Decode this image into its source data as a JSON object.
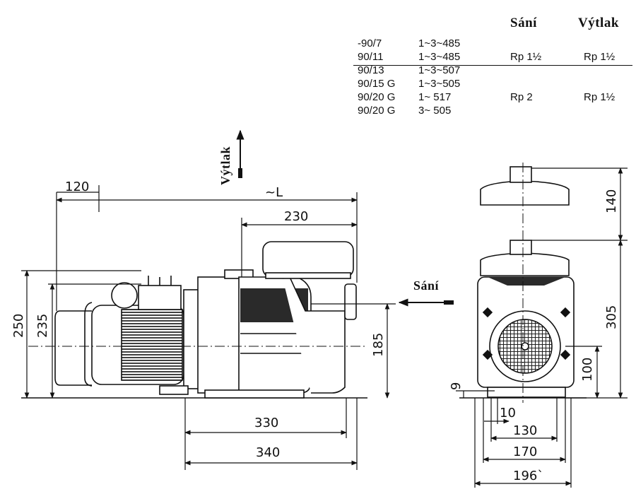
{
  "table": {
    "headers": {
      "sani": "Sání",
      "vytlak": "Výtlak"
    },
    "rows": [
      {
        "model": "-90/7",
        "power": "1~3~485",
        "sani": "",
        "vytlak": ""
      },
      {
        "model": "90/11",
        "power": "1~3~485",
        "sani": "Rp 1½",
        "vytlak": "Rp 1½"
      },
      {
        "model": "90/13",
        "power": "1~3~507",
        "sani": "",
        "vytlak": ""
      },
      {
        "model": "90/15 G",
        "power": "1~3~505",
        "sani": "",
        "vytlak": ""
      },
      {
        "model": "90/20 G",
        "power": "1~  517",
        "sani": "Rp 2",
        "vytlak": "Rp 1½"
      },
      {
        "model": "90/20 G",
        "power": "3~  505",
        "sani": "",
        "vytlak": ""
      }
    ]
  },
  "labels": {
    "vytlak": "Výtlak",
    "sani": "Sání",
    "length": "~L"
  },
  "side_view_dims": {
    "d120": "120",
    "d230": "230",
    "d250": "250",
    "d235": "235",
    "d185": "185",
    "d330": "330",
    "d340": "340"
  },
  "front_view_dims": {
    "d140": "140",
    "d305": "305",
    "d100": "100",
    "d9": "9",
    "d10": "10",
    "d130": "130",
    "d170": "170",
    "d196": "196`"
  }
}
